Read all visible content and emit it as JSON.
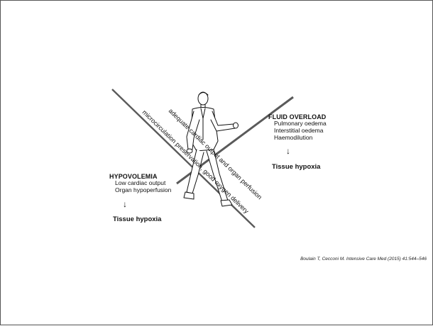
{
  "diagram": {
    "beam_text_line1": "adequate cardiac output and organ perfusion",
    "beam_text_line2": "microcirculation preservation, good oxygen delivery",
    "hypovolemia": {
      "title": "HYPOVOLEMIA",
      "items": [
        "Low cardiac output",
        "Organ hypoperfusion"
      ],
      "arrow": "↓",
      "result": "Tissue hypoxia"
    },
    "fluid_overload": {
      "title": "FLUID OVERLOAD",
      "items": [
        "Pulmonary oedema",
        "Interstitial oedema",
        "Haemodilution"
      ],
      "arrow": "↓",
      "result": "Tissue hypoxia"
    }
  },
  "citation": "Boulain T, Cecconi M. Intensive Care Med (2015) 41:544–546",
  "colors": {
    "line": "#5a5a5a",
    "text": "#111111",
    "border": "#555555"
  }
}
